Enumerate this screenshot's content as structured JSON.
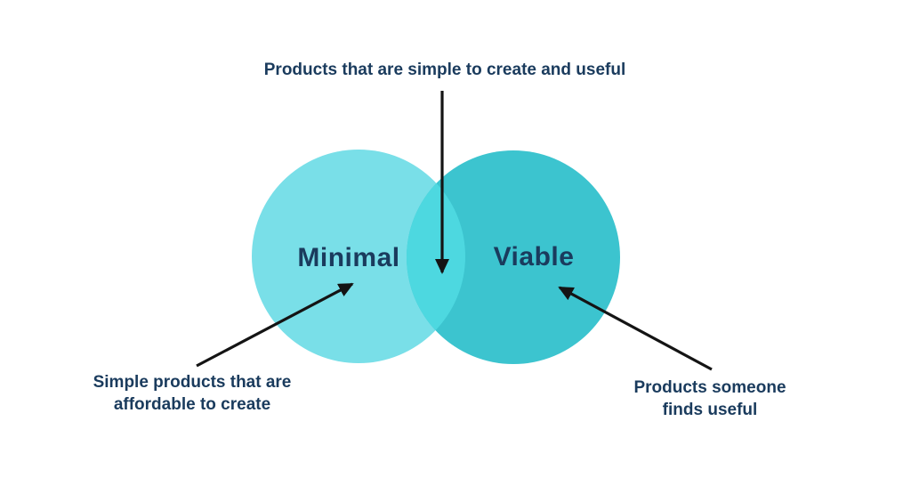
{
  "diagram": {
    "type": "venn-two-circles",
    "intersection_label": "Products that are simple to create and useful",
    "minimal": {
      "label": "Minimal",
      "description_lines": [
        "Simple products that are",
        "affordable to create"
      ]
    },
    "viable": {
      "label": "Viable",
      "description_lines": [
        "Products someone",
        "finds useful"
      ]
    }
  },
  "colors": {
    "minimal_circle": "#79DFE8",
    "viable_circle": "#3CC4CF",
    "overlap": "#4DD8E0",
    "text": "#1A3B5D",
    "arrow": "#141414",
    "background": "#FFFFFF"
  }
}
